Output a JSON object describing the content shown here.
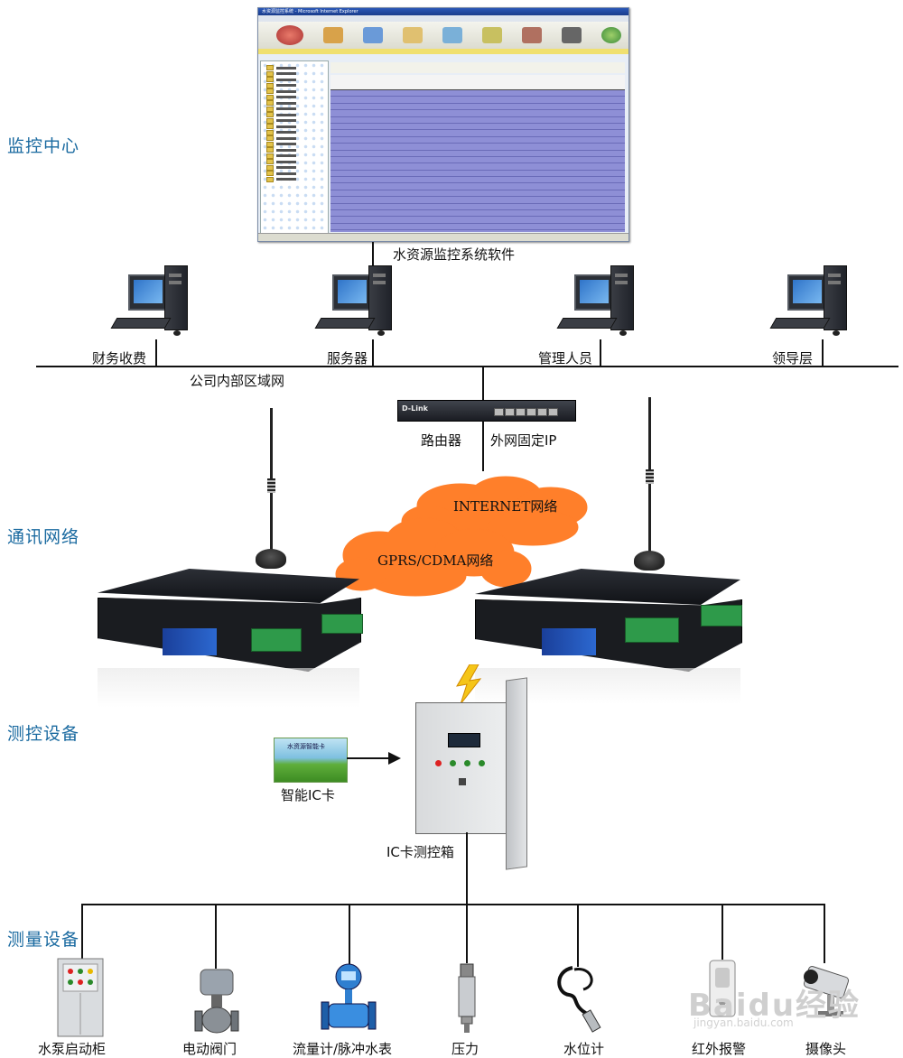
{
  "sections": {
    "monitoring_center": "监控中心",
    "communication_network": "通讯网络",
    "control_equipment": "测控设备",
    "measurement_equipment": "测量设备"
  },
  "software": {
    "caption": "水资源监控系统软件",
    "window_title": "水资源监控系统 - Microsoft Internet Explorer"
  },
  "computers": [
    {
      "label": "财务收费",
      "icon": "desktop-computer-icon"
    },
    {
      "label": "服务器",
      "icon": "desktop-computer-icon"
    },
    {
      "label": "管理人员",
      "icon": "desktop-computer-icon"
    },
    {
      "label": "领导层",
      "icon": "desktop-computer-icon"
    }
  ],
  "lan": {
    "label": "公司内部区域网"
  },
  "router": {
    "label": "路由器",
    "ip_label": "外网固定IP",
    "brand": "D-Link"
  },
  "networks": {
    "internet": "INTERNET网络",
    "gprs": "GPRS/CDMA网络"
  },
  "ic_card": {
    "label": "智能IC卡",
    "card_text": "水资源智能卡"
  },
  "control_box": {
    "label": "IC卡测控箱"
  },
  "devices": [
    {
      "label": "水泵启动柜",
      "icon": "pump-cabinet-icon"
    },
    {
      "label": "电动阀门",
      "icon": "electric-valve-icon"
    },
    {
      "label": "流量计/脉冲水表",
      "icon": "flowmeter-icon"
    },
    {
      "label": "压力",
      "icon": "pressure-sensor-icon"
    },
    {
      "label": "水位计",
      "icon": "water-level-gauge-icon"
    },
    {
      "label": "红外报警",
      "icon": "infrared-alarm-icon"
    },
    {
      "label": "摄像头",
      "icon": "camera-icon"
    }
  ],
  "watermark": {
    "main": "Baidu经验",
    "sub": "jingyan.baidu.com"
  },
  "colors": {
    "section_label": "#1a6aa0",
    "lines": "#111111",
    "grid": "#8e8fd6",
    "terminal_green": "#2e9a4a"
  }
}
